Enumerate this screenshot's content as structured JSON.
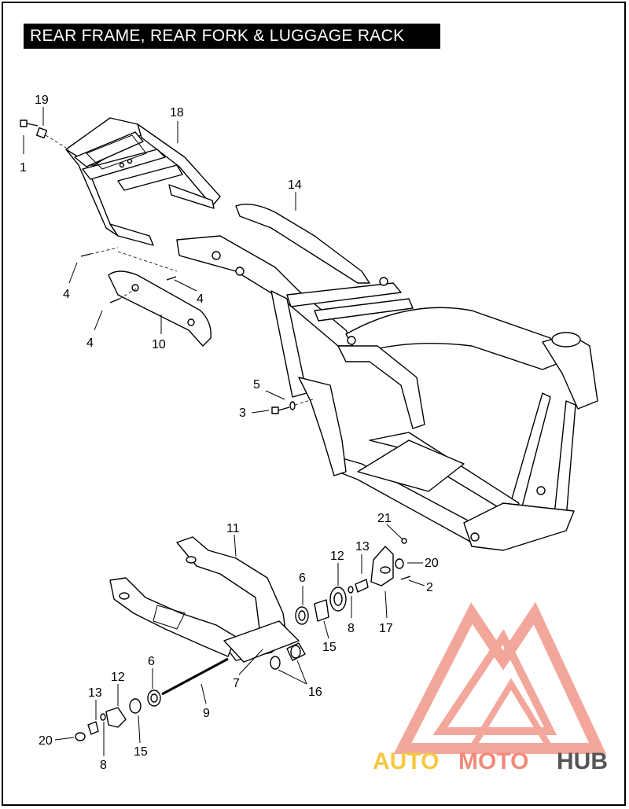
{
  "title": "REAR FRAME, REAR FORK & LUGGAGE RACK",
  "callouts": [
    {
      "id": "c1",
      "label": "1"
    },
    {
      "id": "c19",
      "label": "19"
    },
    {
      "id": "c18",
      "label": "18"
    },
    {
      "id": "c14",
      "label": "14"
    },
    {
      "id": "c4a",
      "label": "4"
    },
    {
      "id": "c4b",
      "label": "4"
    },
    {
      "id": "c4c",
      "label": "4"
    },
    {
      "id": "c10",
      "label": "10"
    },
    {
      "id": "c5",
      "label": "5"
    },
    {
      "id": "c3",
      "label": "3"
    },
    {
      "id": "c11",
      "label": "11"
    },
    {
      "id": "c21",
      "label": "21"
    },
    {
      "id": "c12a",
      "label": "12"
    },
    {
      "id": "c13a",
      "label": "13"
    },
    {
      "id": "c20a",
      "label": "20"
    },
    {
      "id": "c6a",
      "label": "6"
    },
    {
      "id": "c2",
      "label": "2"
    },
    {
      "id": "c8a",
      "label": "8"
    },
    {
      "id": "c17",
      "label": "17"
    },
    {
      "id": "c15a",
      "label": "15"
    },
    {
      "id": "c7",
      "label": "7"
    },
    {
      "id": "c16",
      "label": "16"
    },
    {
      "id": "c6b",
      "label": "6"
    },
    {
      "id": "c12b",
      "label": "12"
    },
    {
      "id": "c13b",
      "label": "13"
    },
    {
      "id": "c9",
      "label": "9"
    },
    {
      "id": "c20b",
      "label": "20"
    },
    {
      "id": "c15b",
      "label": "15"
    },
    {
      "id": "c8b",
      "label": "8"
    }
  ],
  "watermark": {
    "part1": "AUTO",
    "part2": "MOTO",
    "part3": "HUB",
    "colors": {
      "auto": "#f5c842",
      "moto": "#f08a7a",
      "hub": "#555555",
      "logo": "#f08a7a"
    }
  }
}
